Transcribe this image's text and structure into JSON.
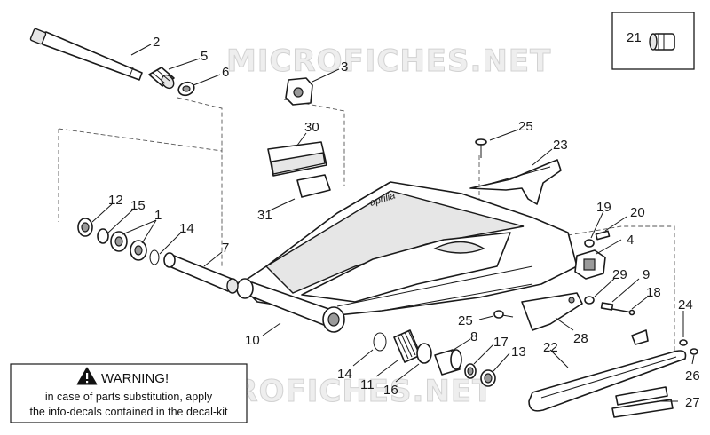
{
  "watermark": "MICROFICHES.NET",
  "warning": {
    "title": "WARNING!",
    "line1": "in case of parts substitution, apply",
    "line2": "the info-decals contained in the decal-kit"
  },
  "callouts": {
    "c1": "1",
    "c2": "2",
    "c3": "3",
    "c4": "4",
    "c5": "5",
    "c6": "6",
    "c7": "7",
    "c8": "8",
    "c9": "9",
    "c10": "10",
    "c11": "11",
    "c12": "12",
    "c13": "13",
    "c14a": "14",
    "c14b": "14",
    "c15": "15",
    "c16": "16",
    "c17": "17",
    "c18": "18",
    "c19": "19",
    "c20": "20",
    "c21": "21",
    "c22": "22",
    "c23": "23",
    "c24": "24",
    "c25a": "25",
    "c25b": "25",
    "c26": "26",
    "c27": "27",
    "c28": "28",
    "c29": "29",
    "c30": "30",
    "c31": "31"
  },
  "swingarm_logo": "aprilia"
}
